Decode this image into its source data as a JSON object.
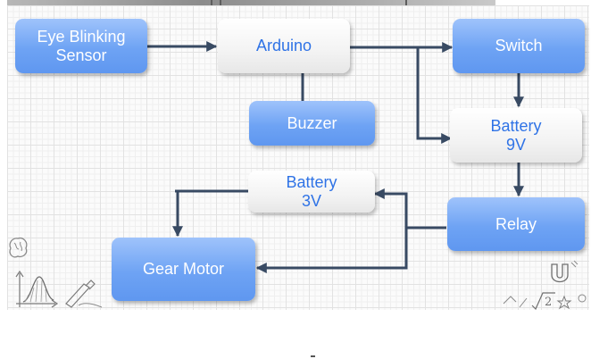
{
  "colors": {
    "box_blue": "#6ea3f4",
    "box_white": "#f3f3f3",
    "text_white": "#ffffff",
    "text_blue": "#2f73e6",
    "arrow": "#384a63",
    "grid": "#e2e2e2"
  },
  "diagram": {
    "nodes": [
      {
        "id": "eye_sensor",
        "label": "Eye Blinking\nSensor",
        "style": "blue"
      },
      {
        "id": "arduino",
        "label": "Arduino",
        "style": "white"
      },
      {
        "id": "switch",
        "label": "Switch",
        "style": "blue"
      },
      {
        "id": "buzzer",
        "label": "Buzzer",
        "style": "blue"
      },
      {
        "id": "battery_9v",
        "label": "Battery\n9V",
        "style": "white"
      },
      {
        "id": "battery_3v",
        "label": "Battery\n3V",
        "style": "white"
      },
      {
        "id": "relay",
        "label": "Relay",
        "style": "blue"
      },
      {
        "id": "gear_motor",
        "label": "Gear Motor",
        "style": "blue"
      }
    ],
    "edges": [
      {
        "from": "eye_sensor",
        "to": "arduino"
      },
      {
        "from": "arduino",
        "to": "switch"
      },
      {
        "from": "arduino",
        "to": "battery_9v"
      },
      {
        "from": "arduino",
        "to": "buzzer",
        "arrow": false
      },
      {
        "from": "switch",
        "to": "battery_9v"
      },
      {
        "from": "battery_9v",
        "to": "relay"
      },
      {
        "from": "relay",
        "to": "battery_3v"
      },
      {
        "from": "relay",
        "to": "gear_motor"
      },
      {
        "from": "battery_3v",
        "to": "gear_motor"
      }
    ]
  },
  "decorations": [
    "brain-doodle-icon",
    "science-doodle-icon",
    "magnet-doodle-icon",
    "formula-doodle-icon"
  ]
}
